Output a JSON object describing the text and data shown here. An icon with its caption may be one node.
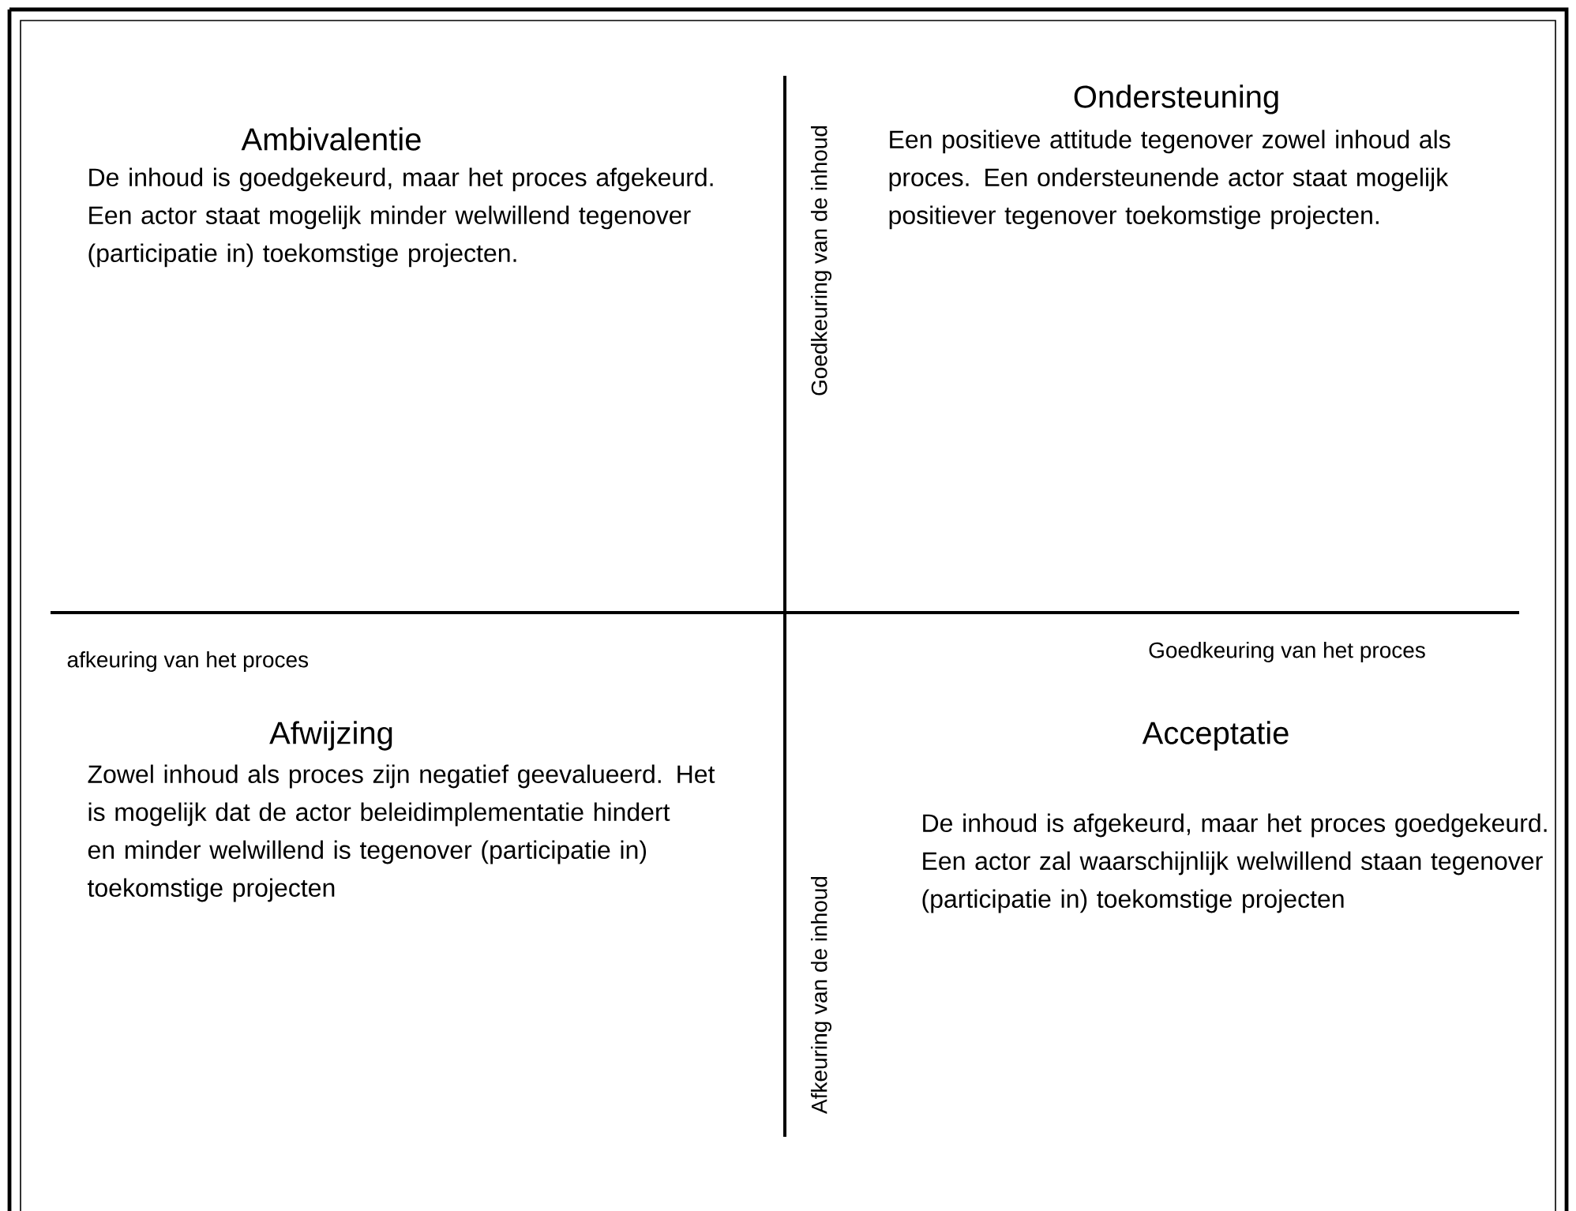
{
  "diagram": {
    "labels": [
      "Ambivalentie",
      "De inhoud is goedgekeurd, maar het proces afgekeurd. Een actor staat mogelijk minder welwillend tegenover (participatie in) toekomstige projecten.",
      "Goedkeuring van de inhoud",
      "Ondersteuning",
      "Een positieve attitude tegenover zowel inhoud als proces. Een ondersteunende actor staat mogelijk positiever tegenover toekomstige projecten.",
      "afkeuring van het proces",
      "Goedkeuring van het proces",
      "Afwijzing",
      "Zowel inhoud als proces zijn negatief geevalueerd. Het is mogelijk dat de actor beleidimplementatie hindert en minder welwillend is tegenover (participatie in) toekomstige projecten",
      "Acceptatie",
      "Afkeuring van de inhoud",
      "De inhoud is afgekeurd, maar het proces goedgekeurd. Een actor zal waarschijnlijk welwillend staan tegenover (participatie in) toekomstige projecten"
    ]
  }
}
